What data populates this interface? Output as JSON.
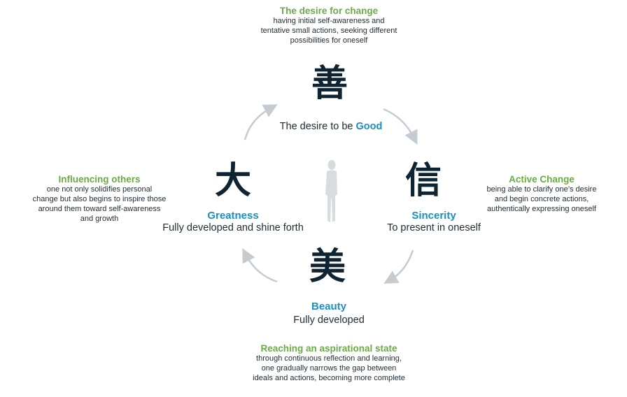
{
  "top": {
    "heading": "The desire for change",
    "lines": [
      "having initial self-awareness and",
      "tentative small actions, seeking different",
      "possibilities for oneself"
    ]
  },
  "right": {
    "heading": "Active Change",
    "lines": [
      "being able to clarify one’s desire",
      "and begin concrete actions,",
      "authentically expressing oneself"
    ]
  },
  "left": {
    "heading": "Influencing others",
    "lines": [
      "one not only solidifies personal",
      "change but also begins to inspire those",
      "around them toward self-awareness",
      "and growth"
    ]
  },
  "bottom": {
    "heading": "Reaching an aspirational state",
    "lines": [
      "through continuous reflection and learning,",
      "one gradually narrows the gap between",
      "ideals and actions, becoming more complete"
    ]
  },
  "good": {
    "char": "善",
    "prefix": "The desire to be ",
    "word": "Good"
  },
  "sincerity": {
    "char": "信",
    "label": "Sincerity",
    "desc": "To present in oneself"
  },
  "greatness": {
    "char": "大",
    "label": "Greatness",
    "desc": "Fully developed and shine forth"
  },
  "beauty": {
    "char": "美",
    "label": "Beauty",
    "desc": "Fully developed"
  },
  "colors": {
    "green": "#6aab45",
    "blue": "#1b8ec2",
    "dark": "#0f2433",
    "arrow": "#c5ccd1",
    "figure": "#d7dcdf"
  },
  "icons": [
    "person-silhouette-icon",
    "cycle-arrow-icon"
  ]
}
